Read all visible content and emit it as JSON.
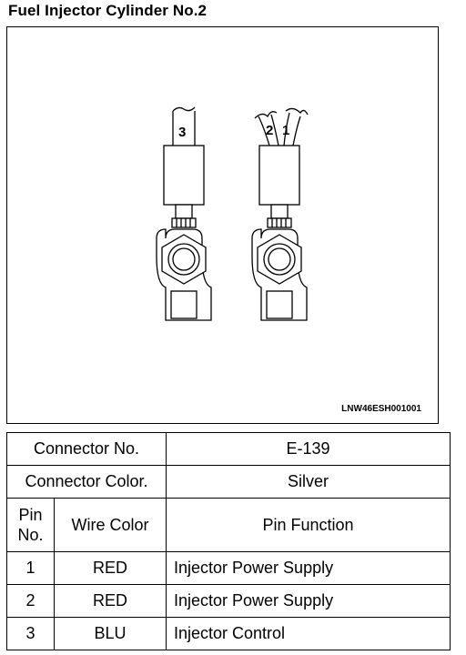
{
  "title": "Fuel Injector Cylinder No.2",
  "figure": {
    "code": "LNW46ESH001001",
    "wire_labels": [
      "3",
      "2",
      "1"
    ]
  },
  "table": {
    "connector_no_label": "Connector No.",
    "connector_no_value": "E-139",
    "connector_color_label": "Connector Color.",
    "connector_color_value": "Silver",
    "headers": {
      "pin_no_line1": "Pin",
      "pin_no_line2": "No.",
      "wire_color": "Wire Color",
      "pin_function": "Pin Function"
    },
    "rows": [
      {
        "pin": "1",
        "wire": "RED",
        "function": "Injector Power Supply"
      },
      {
        "pin": "2",
        "wire": "RED",
        "function": "Injector Power Supply"
      },
      {
        "pin": "3",
        "wire": "BLU",
        "function": "Injector Control"
      }
    ]
  }
}
